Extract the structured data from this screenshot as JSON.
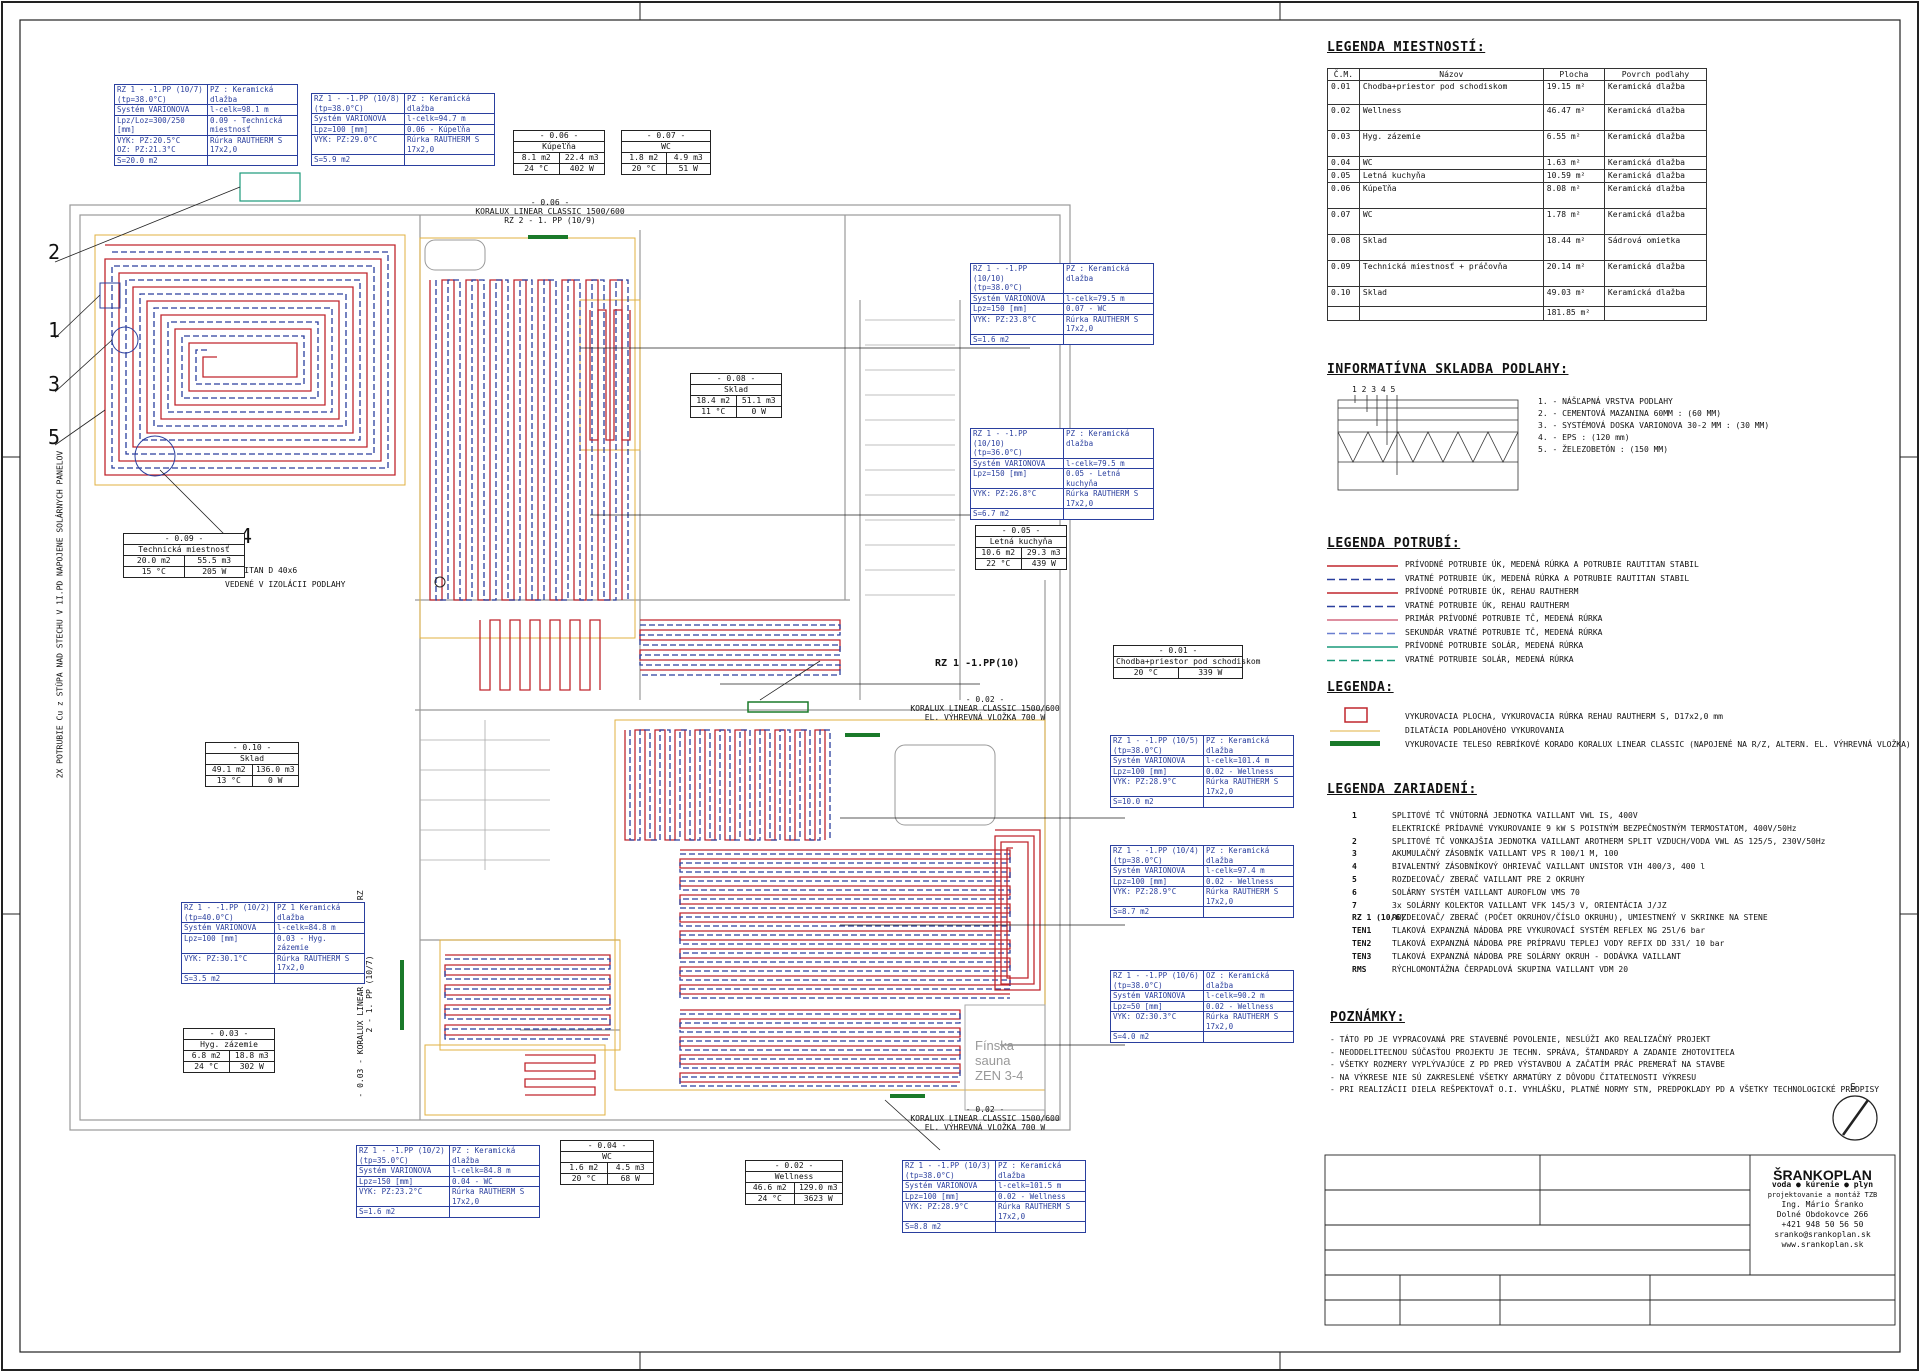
{
  "sheet_markers": [
    "1",
    "2",
    "3",
    "4",
    "5"
  ],
  "vertical_note": "2X POTRUBIE Cu z STÚPA NAD STECHU V 1I.PD NAPOJENE SOLÁRNYCH PANELOV",
  "insulation_note": [
    "RAUTITAN D 40x6",
    "VEDENÉ V IZOLÁCII PODLAHY"
  ],
  "radiators": [
    {
      "name": "- 0.06 -",
      "line1": "KORALUX LINEAR CLASSIC 1500/600",
      "line2": "RZ 2 - 1. PP (10/9)"
    },
    {
      "name": "- 0.02 -",
      "line1": "KORALUX LINEAR CLASSIC 1500/600",
      "line2": "EL. VÝHREVNÁ VLOŽKA 700 W"
    },
    {
      "name": "- 0.02 -",
      "line1": "KORALUX LINEAR CLASSIC 1500/600",
      "line2": "EL. VÝHREVNÁ VLOŽKA 700 W"
    }
  ],
  "rz_main_label": "RZ 1 -1.PP(10)",
  "sauna_label": [
    "Fínska",
    "sauna",
    "ZEN 3-4"
  ],
  "vertical_radiator": "- 0.03 - KORALUX LINEAR CLASSIC 1500/600 RZ 2 - 1. PP (10/7)",
  "room_tags": [
    {
      "id": "t006",
      "rows": [
        [
          "- 0.06 -"
        ],
        [
          "Kúpeľňa"
        ],
        [
          "8.1 m2",
          "22.4 m3"
        ],
        [
          "24 °C",
          "402 W"
        ]
      ]
    },
    {
      "id": "t007",
      "rows": [
        [
          "- 0.07 -"
        ],
        [
          "WC"
        ],
        [
          "1.8 m2",
          "4.9 m3"
        ],
        [
          "20 °C",
          "51 W"
        ]
      ]
    },
    {
      "id": "t008",
      "rows": [
        [
          "- 0.08 -"
        ],
        [
          "Sklad"
        ],
        [
          "18.4 m2",
          "51.1 m3"
        ],
        [
          "11 °C",
          "0 W"
        ]
      ]
    },
    {
      "id": "t009",
      "rows": [
        [
          "- 0.09 -"
        ],
        [
          "Technická miestnosť"
        ],
        [
          "20.0 m2",
          "55.5 m3"
        ],
        [
          "15 °C",
          "205 W"
        ]
      ]
    },
    {
      "id": "t005",
      "rows": [
        [
          "- 0.05 -"
        ],
        [
          "Letná kuchyňa"
        ],
        [
          "10.6 m2",
          "29.3 m3"
        ],
        [
          "22 °C",
          "439 W"
        ]
      ]
    },
    {
      "id": "t001",
      "rows": [
        [
          "- 0.01 -"
        ],
        [
          "Chodba+priestor pod schodiskom"
        ],
        [
          "20 °C",
          "339 W"
        ]
      ]
    },
    {
      "id": "t010",
      "rows": [
        [
          "- 0.10 -"
        ],
        [
          "Sklad"
        ],
        [
          "49.1 m2",
          "136.0 m3"
        ],
        [
          "13 °C",
          "0 W"
        ]
      ]
    },
    {
      "id": "t003",
      "rows": [
        [
          "- 0.03 -"
        ],
        [
          "Hyg. zázemie"
        ],
        [
          "6.8 m2",
          "18.8 m3"
        ],
        [
          "24 °C",
          "302 W"
        ]
      ]
    },
    {
      "id": "t004",
      "rows": [
        [
          "- 0.04 -"
        ],
        [
          "WC"
        ],
        [
          "1.6 m2",
          "4.5 m3"
        ],
        [
          "20 °C",
          "68 W"
        ]
      ]
    },
    {
      "id": "t002",
      "rows": [
        [
          "- 0.02 -"
        ],
        [
          "Wellness"
        ],
        [
          "46.6 m2",
          "129.0 m3"
        ],
        [
          "24 °C",
          "3623 W"
        ]
      ]
    }
  ],
  "rz_boxes": [
    {
      "id": "b107",
      "rows": [
        [
          "RZ 1 - -1.PP (10/7)\n(tp=38.0°C)",
          "PZ : Keramická dlažba"
        ],
        [
          "Systém VARIONOVA",
          "l-celk=98.1 m"
        ],
        [
          "Lpz/Loz=300/250 [mm]",
          "0.09 - Technická miestnosť"
        ],
        [
          "VYK: PZ:20.5°C\nOZ: PZ:21.3°C",
          "Rúrka RAUTHERM S 17x2,0"
        ],
        [
          "S=20.0 m2",
          ""
        ]
      ]
    },
    {
      "id": "b108",
      "rows": [
        [
          "RZ 1 - -1.PP (10/8)\n(tp=38.0°C)",
          "PZ : Keramická dlažba"
        ],
        [
          "Systém VARIONOVA",
          "l-celk=94.7 m"
        ],
        [
          "Lpz=100 [mm]",
          "0.06 - Kúpeľňa"
        ],
        [
          "VYK: PZ:29.0°C",
          "Rúrka RAUTHERM S 17x2,0"
        ],
        [
          "S=5.9 m2",
          ""
        ]
      ]
    },
    {
      "id": "b1010a",
      "rows": [
        [
          "RZ 1 - -1.PP (10/10)\n(tp=38.0°C)",
          "PZ : Keramická dlažba"
        ],
        [
          "Systém VARIONOVA",
          "l-celk=79.5 m"
        ],
        [
          "Lpz=150 [mm]",
          "0.07 - WC"
        ],
        [
          "VYK: PZ:23.8°C",
          "Rúrka RAUTHERM S 17x2,0"
        ],
        [
          "S=1.6 m2",
          ""
        ]
      ]
    },
    {
      "id": "b1010b",
      "rows": [
        [
          "RZ 1 - -1.PP (10/10)\n(tp=36.0°C)",
          "PZ : Keramická dlažba"
        ],
        [
          "Systém VARIONOVA",
          "l-celk=79.5 m"
        ],
        [
          "Lpz=150 [mm]",
          "0.05 - Letná kuchyňa"
        ],
        [
          "VYK: PZ:26.8°C",
          "Rúrka RAUTHERM S 17x2,0"
        ],
        [
          "S=6.7 m2",
          ""
        ]
      ]
    },
    {
      "id": "b105",
      "rows": [
        [
          "RZ 1 - -1.PP (10/5)\n(tp=38.0°C)",
          "PZ : Keramická dlažba"
        ],
        [
          "Systém VARIONOVA",
          "l-celk=101.4 m"
        ],
        [
          "Lpz=100 [mm]",
          "0.02 - Wellness"
        ],
        [
          "VYK: PZ:28.9°C",
          "Rúrka RAUTHERM S 17x2,0"
        ],
        [
          "S=10.0 m2",
          ""
        ]
      ]
    },
    {
      "id": "b104",
      "rows": [
        [
          "RZ 1 - -1.PP (10/4)\n(tp=38.0°C)",
          "PZ : Keramická dlažba"
        ],
        [
          "Systém VARIONOVA",
          "l-celk=97.4 m"
        ],
        [
          "Lpz=100 [mm]",
          "0.02 - Wellness"
        ],
        [
          "VYK: PZ:28.9°C",
          "Rúrka RAUTHERM S 17x2,0"
        ],
        [
          "S=8.7 m2",
          ""
        ]
      ]
    },
    {
      "id": "b106",
      "rows": [
        [
          "RZ 1 - -1.PP (10/6)\n(tp=38.0°C)",
          "OZ : Keramická dlažba"
        ],
        [
          "Systém VARIONOVA",
          "l-celk=90.2 m"
        ],
        [
          "Lpz=50 [mm]",
          "0.02 - Wellness"
        ],
        [
          "VYK: OZ:30.3°C",
          "Rúrka RAUTHERM S 17x2,0"
        ],
        [
          "S=4.0 m2",
          ""
        ]
      ]
    },
    {
      "id": "b102a",
      "rows": [
        [
          "RZ 1 - -1.PP (10/2)\n(tp=40.0°C)",
          "PZ 1 Keramická dlažba"
        ],
        [
          "Systém VARIONOVA",
          "l-celk=84.8 m"
        ],
        [
          "Lpz=100 [mm]",
          "0.03 - Hyg. zázemie"
        ],
        [
          "VYK: PZ:30.1°C",
          "Rúrka RAUTHERM S 17x2,0"
        ],
        [
          "S=3.5 m2",
          ""
        ]
      ]
    },
    {
      "id": "b102b",
      "rows": [
        [
          "RZ 1 - -1.PP (10/2)\n(tp=35.0°C)",
          "PZ : Keramická dlažba"
        ],
        [
          "Systém VARIONOVA",
          "l-celk=84.8 m"
        ],
        [
          "Lpz=150 [mm]",
          "0.04 - WC"
        ],
        [
          "VYK: PZ:23.2°C",
          "Rúrka RAUTHERM S 17x2,0"
        ],
        [
          "S=1.6 m2",
          ""
        ]
      ]
    },
    {
      "id": "b103",
      "rows": [
        [
          "RZ 1 - -1.PP (10/3)\n(tp=38.0°C)",
          "PZ : Keramická dlažba"
        ],
        [
          "Systém VARIONOVA",
          "l-celk=101.5 m"
        ],
        [
          "Lpz=100 [mm]",
          "0.02 - Wellness"
        ],
        [
          "VYK: PZ:28.9°C",
          "Rúrka RAUTHERM S 17x2,0"
        ],
        [
          "S=8.8 m2",
          ""
        ]
      ]
    }
  ],
  "legend_rooms": {
    "title": "LEGENDA MIESTNOSTÍ:",
    "headers": [
      "Č.M.",
      "Názov",
      "Plocha",
      "Povrch podlahy"
    ],
    "rows": [
      [
        "0.01",
        "Chodba+priestor pod schodiskom",
        "19.15 m²",
        "Keramická dlažba"
      ],
      [
        "0.02",
        "Wellness",
        "46.47 m²",
        "Keramická dlažba"
      ],
      [
        "0.03",
        "Hyg. zázemie",
        "6.55 m²",
        "Keramická dlažba"
      ],
      [
        "0.04",
        "WC",
        "1.63 m²",
        "Keramická dlažba"
      ],
      [
        "0.05",
        "Letná kuchyňa",
        "10.59 m²",
        "Keramická dlažba"
      ],
      [
        "0.06",
        "Kúpeľňa",
        "8.08 m²",
        "Keramická dlažba"
      ],
      [
        "0.07",
        "WC",
        "1.78 m²",
        "Keramická dlažba"
      ],
      [
        "0.08",
        "Sklad",
        "18.44 m²",
        "Sádrová omietka"
      ],
      [
        "0.09",
        "Technická miestnosť + práčovňa",
        "20.14 m²",
        "Keramická dlažba"
      ],
      [
        "0.10",
        "Sklad",
        "49.03 m²",
        "Keramická dlažba"
      ],
      [
        "",
        "",
        "181.85 m²",
        ""
      ]
    ]
  },
  "floor_layers": {
    "title": "INFORMATÍVNA SKLADBA PODLAHY:",
    "numbers": "1 2 3 4 5",
    "items": [
      "1. - NÁŠĽAPNÁ VRSTVA PODLAHY",
      "2. - CEMENTOVÁ MAZANINA 60MM : (60 MM)",
      "3. - SYSTÉMOVÁ DOSKA VARIONOVA 30-2 MM : (30 MM)",
      "4. - EPS : (120 mm)",
      "5. - ŽELEZOBETÓN : (150 MM)"
    ]
  },
  "pipe_legend": {
    "title": "LEGENDA POTRUBÍ:",
    "items": [
      {
        "text": "PRÍVODNÉ POTRUBIE ÚK, MEDENÁ RÚRKA A POTRUBIE RAUTITAN STABIL",
        "color": "#c0262d",
        "dash": "none"
      },
      {
        "text": "VRATNÉ POTRUBIE ÚK, MEDENÁ RÚRKA A POTRUBIE RAUTITAN STABIL",
        "color": "#2a3f9e",
        "dash": "8 4"
      },
      {
        "text": "PRÍVODNÉ POTRUBIE ÚK, REHAU RAUTHERM",
        "color": "#c0262d",
        "dash": "none"
      },
      {
        "text": "VRATNÉ POTRUBIE ÚK, REHAU RAUTHERM",
        "color": "#2a3f9e",
        "dash": "8 4"
      },
      {
        "text": "PRIMÁR PRÍVODNÉ POTRUBIE TČ, MEDENÁ RÚRKA",
        "color": "#d46a80",
        "dash": "none"
      },
      {
        "text": "SEKUNDÁR VRATNÉ POTRUBIE TČ, MEDENÁ RÚRKA",
        "color": "#6a7fd0",
        "dash": "8 4"
      },
      {
        "text": "PRÍVODNÉ POTRUBIE SOLÁR, MEDENÁ RÚRKA",
        "color": "#1a9a7a",
        "dash": "none"
      },
      {
        "text": "VRATNÉ POTRUBIE SOLÁR, MEDENÁ RÚRKA",
        "color": "#1a9a7a",
        "dash": "8 4"
      }
    ]
  },
  "legend": {
    "title": "LEGENDA:",
    "items": [
      "VYKUROVACIA PLOCHA, VYKUROVACIA RÚRKA REHAU RAUTHERM S, D17x2,0 mm",
      "DILATÁCIA PODLAHOVÉHO VYKUROVANIA",
      "VYKUROVACIE TELESO REBRÍKOVÉ KORADO KORALUX LINEAR CLASSIC (NAPOJENÉ NA R/Z, ALTERN. EL. VÝHREVNÁ VLOŽKA)"
    ]
  },
  "devices": {
    "title": "LEGENDA ZARIADENÍ:",
    "items": [
      {
        "k": "1",
        "v": "SPLITOVÉ TČ VNÚTORNÁ JEDNOTKA VAILLANT VWL IS, 400V"
      },
      {
        "k": "",
        "v": "ELEKTRICKÉ PRÍDAVNÉ VYKUROVANIE 9 kW S POISTNÝM BEZPEČNOSTNÝM TERMOSTATOM, 400V/50Hz"
      },
      {
        "k": "2",
        "v": "SPLITOVÉ TČ VONKAJŠIA JEDNOTKA VAILLANT AROTHERM SPLIT VZDUCH/VODA VWL AS 125/5, 230V/50Hz"
      },
      {
        "k": "3",
        "v": "AKUMULAČNÝ ZÁSOBNÍK VAILLANT VPS R 100/1 M, 100"
      },
      {
        "k": "4",
        "v": "BIVALENTNÝ ZÁSOBNÍKOVÝ OHRIEVAČ VAILLANT UNISTOR VIH 400/3, 400 l"
      },
      {
        "k": "5",
        "v": "ROZDEĽOVAČ/ ZBERAČ VAILLANT PRE 2 OKRUHY"
      },
      {
        "k": "6",
        "v": "SOLÁRNY SYSTÉM VAILLANT AUROFLOW VMS 70"
      },
      {
        "k": "7",
        "v": "3x SOLÁRNY KOLEKTOR VAILLANT VFK 145/3 V, ORIENTÁCIA J/JZ"
      },
      {
        "k": "RZ 1 (10/6)",
        "v": "ROZDEĽOVAČ/ ZBERAČ (POČET OKRUHOV/ČÍSLO OKRUHU), UMIESTNENÝ V SKRINKE NA STENE"
      },
      {
        "k": "TEN1",
        "v": "TLAKOVÁ EXPANZNÁ NÁDOBA PRE VYKUROVACÍ SYSTÉM REFLEX NG 25l/6 bar"
      },
      {
        "k": "TEN2",
        "v": "TLAKOVÁ EXPANZNÁ NÁDOBA PRE PRÍPRAVU TEPLEJ VODY REFIX DD 33l/ 10 bar"
      },
      {
        "k": "TEN3",
        "v": "TLAKOVÁ EXPANZNÁ NÁDOBA PRE SOLÁRNY OKRUH - DODÁVKA VAILLANT"
      },
      {
        "k": "RMS",
        "v": "RÝCHLOMONTÁŽNA ČERPADLOVÁ SKUPINA VAILLANT VDM 20"
      }
    ]
  },
  "notes": {
    "title": "POZNÁMKY:",
    "items": [
      "- TÁTO PD JE VYPRACOVANÁ PRE STAVEBNÉ POVOLENIE, NESLÚŽI AKO REALIZAČNÝ PROJEKT",
      "- NEODDELITEĽNOU SÚČASŤOU PROJEKTU JE TECHN. SPRÁVA, ŠTANDARDY A ZADANIE ZHOTOVITEĽA",
      "- VŠETKY ROZMERY VYPLÝVAJÚCE Z PD PRED VÝSTAVBOU A ZAČATÍM PRÁC PREMERAŤ NA STAVBE",
      "- NA VÝKRESE NIE SÚ ZAKRESLENÉ VŠETKY ARMATÚRY Z DÔVODU ČITATEĽNOSTI VÝKRESU",
      "- PRI REALIZÁCII DIELA REŠPEKTOVAŤ O.I. VYHLÁŠKU, PLATNÉ NORMY STN, PREDPOKLADY PD A VŠETKY TECHNOLOGICKÉ PREDPISY"
    ]
  },
  "north_label": "S",
  "company": {
    "name": "ŠRANKOPLAN",
    "tagline": "voda ● kúrenie ● plyn",
    "sub": "projektovanie a montáž TZB",
    "person": "Ing. Mário Šranko",
    "address": "Dolné Obdokovce 266",
    "phone": "+421 948 50 56 50",
    "email": "sranko@srankoplan.sk",
    "web": "www.srankoplan.sk"
  },
  "colors": {
    "supply": "#c0262d",
    "return": "#2a3f9e",
    "wall": "#999999",
    "dilatation": "#e0b040",
    "solar": "#1a9a7a",
    "radiator": "#1a7a2a"
  }
}
